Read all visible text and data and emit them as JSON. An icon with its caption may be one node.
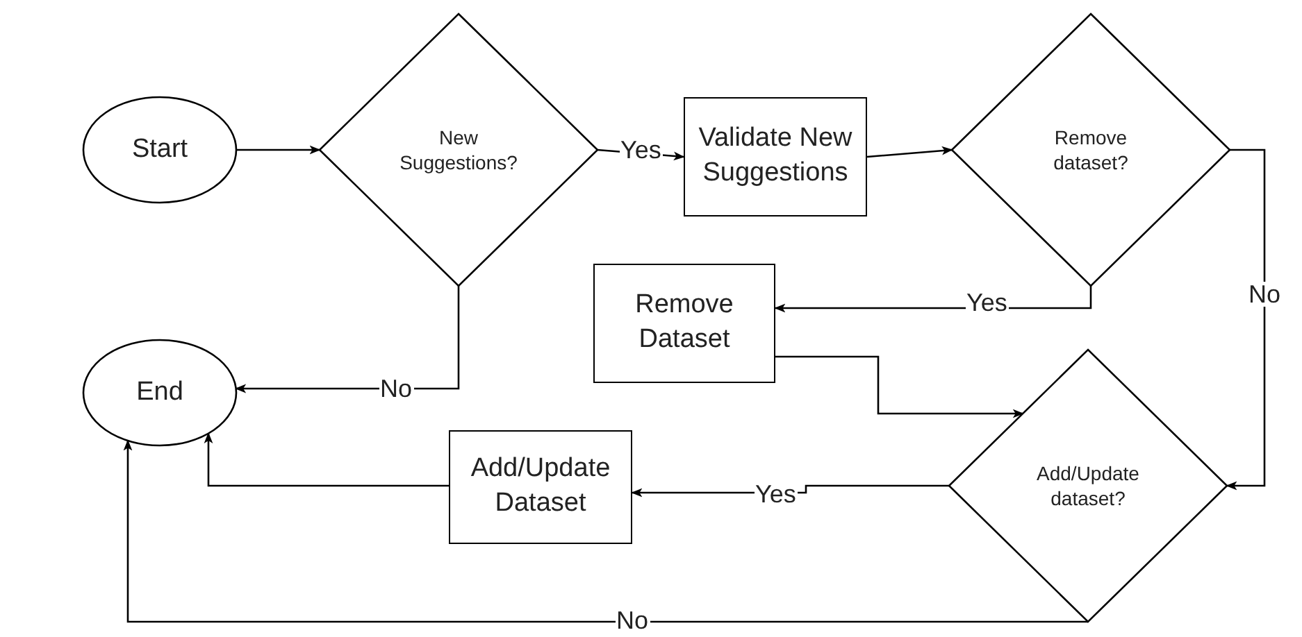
{
  "diagram": {
    "nodes": [
      {
        "text": [
          "Start"
        ]
      },
      {
        "text": [
          "New Suggestions?"
        ]
      },
      {
        "text": [
          "Validate New Suggestions"
        ]
      },
      {
        "text": [
          "Remove dataset?"
        ]
      },
      {
        "text": [
          "Remove Dataset"
        ]
      },
      {
        "text": [
          "Add/Update dataset?"
        ]
      },
      {
        "text": [
          "Add/Update Dataset"
        ]
      },
      {
        "text": [
          "End"
        ]
      }
    ],
    "edges": [
      {
        "from": 0,
        "to": 1,
        "arrow": "to"
      },
      {
        "from": 1,
        "to": 2,
        "arrow": "to",
        "label": "Yes"
      },
      {
        "from": 2,
        "to": 3,
        "arrow": "to"
      },
      {
        "from": 3,
        "to": 4,
        "arrow": "to",
        "label": "Yes"
      },
      {
        "from": 3,
        "to": 5,
        "arrow": "to",
        "label": "No"
      },
      {
        "from": 1,
        "to": 7,
        "arrow": "to",
        "label": "No"
      },
      {
        "from": 4,
        "to": 5,
        "arrow": "to"
      },
      {
        "from": 5,
        "to": 6,
        "arrow": "to",
        "label": "Yes"
      },
      {
        "from": 6,
        "to": 7,
        "arrow": "to"
      },
      {
        "from": 5,
        "to": 7,
        "arrow": "to",
        "label": "No"
      }
    ]
  }
}
